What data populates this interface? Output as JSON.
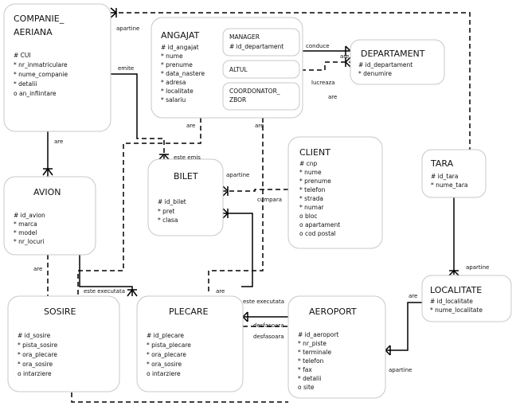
{
  "entities": {
    "companie": {
      "title": [
        "COMPANIE_",
        "AERIANA"
      ],
      "attrs": [
        "# CUI",
        "* nr_inmatriculare",
        "* nume_companie",
        "* detalii",
        "o an_infiintare"
      ]
    },
    "angajat": {
      "title": [
        "ANGAJAT"
      ],
      "attrs": [
        "# id_angajat",
        "* nume",
        "* prenume",
        "* data_nastere",
        "* adresa",
        "* localitate",
        "* salariu"
      ]
    },
    "manager": {
      "title": [
        "MANAGER"
      ],
      "attrs": [
        "# id_departament"
      ]
    },
    "altul": {
      "title": [
        "ALTUL"
      ],
      "attrs": []
    },
    "coordonator": {
      "title": [
        "COORDONATOR_",
        "ZBOR"
      ],
      "attrs": []
    },
    "departament": {
      "title": [
        "DEPARTAMENT"
      ],
      "attrs": [
        "# id_departament",
        "* denumire"
      ]
    },
    "client": {
      "title": [
        "CLIENT"
      ],
      "attrs": [
        "# cnp",
        "* nume",
        "* prenume",
        "* telefon",
        "* strada",
        "* numar",
        "o bloc",
        "o apartament",
        "o cod postal"
      ]
    },
    "bilet": {
      "title": [
        "BILET"
      ],
      "attrs": [
        "# id_bilet",
        "* pret",
        "* clasa"
      ]
    },
    "tara": {
      "title": [
        "TARA"
      ],
      "attrs": [
        "# id_tara",
        "* nume_tara"
      ]
    },
    "avion": {
      "title": [
        "AVION"
      ],
      "attrs": [
        "# id_avion",
        "* marca",
        "* model",
        "* nr_locuri"
      ]
    },
    "localitate": {
      "title": [
        "LOCALITATE"
      ],
      "attrs": [
        "# id_localitate",
        "* nume_localitate"
      ]
    },
    "sosire": {
      "title": [
        "SOSIRE"
      ],
      "attrs": [
        "# id_sosire",
        "* pista_sosire",
        "* ora_plecare",
        "* ora_sosire",
        "o intarziere"
      ]
    },
    "plecare": {
      "title": [
        "PLECARE"
      ],
      "attrs": [
        "# id_plecare",
        "* pista_plecare",
        "* ora_plecare",
        "* ora_sosire",
        "o intarziere"
      ]
    },
    "aeroport": {
      "title": [
        "AEROPORT"
      ],
      "attrs": [
        "# id_aeroport",
        "* nr_piste",
        "* terminale",
        "* telefon",
        "* fax",
        "* detalii",
        "o site"
      ]
    }
  },
  "relationships": [
    "apartine",
    "emite",
    "are",
    "conduce",
    "are",
    "lucreaza",
    "are",
    "are",
    "este emis",
    "apartine",
    "cumpara",
    "are",
    "are",
    "este executata",
    "are",
    "este executata",
    "desfasoara",
    "desfasoara",
    "apartine",
    "are",
    "apartine"
  ]
}
